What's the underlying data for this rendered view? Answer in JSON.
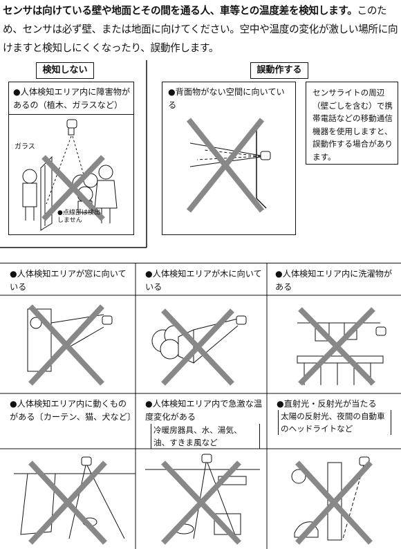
{
  "intro": {
    "bold": "センサは向けている壁や地面とその間を通る人、車等との温度差を検知します。",
    "rest": "このため、センサは必ず壁、または地面に向けてください。空中や温度の変化が激しい場所に向けますと検知しにくくなったり、誤動作します。"
  },
  "section_no_detect": {
    "title": "検知しない",
    "card1": {
      "caption": "●人体検知エリア内に障害物があるの（植木、ガラスなど）",
      "label_glass": "ガラス",
      "label_dotted": "●点線部は検出しません"
    }
  },
  "section_malfunction": {
    "title": "誤動作する",
    "card1": {
      "caption": "●背面物がない空間に向いている"
    },
    "note": "センサライトの周辺（壁ごしを含む）で携帯電話などの移動通信機器を使用しますと、誤動作する場合があります。"
  },
  "grid": [
    {
      "caption": "●人体検知エリアが窓に向いている"
    },
    {
      "caption": "●人体検知エリアが木に向いている"
    },
    {
      "caption": "●人体検知エリア内に洗濯物がある"
    },
    {
      "caption": "●人体検知エリア内に動くものがある〔カーテン、猫、犬など〕"
    },
    {
      "caption": "●人体検知エリア内で急激な温度変化がある",
      "sub": "冷暖房器具、水、湯気、油、すきま風など"
    },
    {
      "caption": "●直射光・反射光が当たる",
      "sub": "太陽の反射光、夜間の自動車のヘッドライトなど"
    }
  ]
}
